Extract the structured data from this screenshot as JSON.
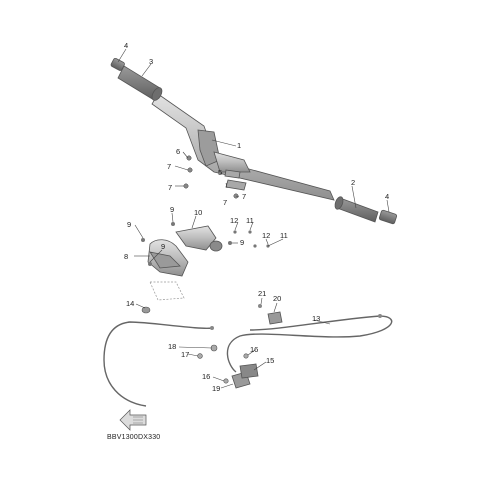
{
  "labels": {
    "l1": "1",
    "l2": "2",
    "l3": "3",
    "l4a": "4",
    "l4b": "4",
    "l5": "5",
    "l6": "6",
    "l7a": "7",
    "l7b": "7",
    "l7c": "7",
    "l7d": "7",
    "l8": "8",
    "l9a": "9",
    "l9b": "9",
    "l9c": "9",
    "l9d": "9",
    "l10": "10",
    "l11a": "11",
    "l11b": "11",
    "l12a": "12",
    "l12b": "12",
    "l13": "13",
    "l14": "14",
    "l15": "15",
    "l16a": "16",
    "l16b": "16",
    "l17": "17",
    "l18": "18",
    "l19": "19",
    "l20": "20",
    "l21": "21"
  },
  "diagram_code": "BBV1300DX330",
  "icons": {
    "front_arrow": "front-arrow-icon"
  },
  "colors": {
    "part_fill": "#b9b9b9",
    "part_dark": "#8a8a8a",
    "line": "#444444"
  }
}
